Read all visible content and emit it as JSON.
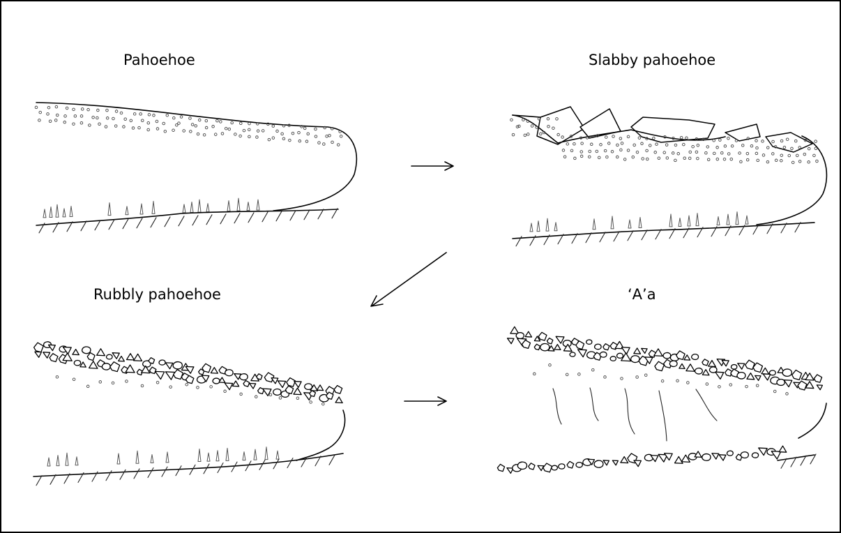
{
  "labels": {
    "pahoehoe": "Pahoehoe",
    "slabby": "Slabby  pahoehoe",
    "rubbly": "Rubbly pahoehoe",
    "aa": "‘A’a"
  },
  "colors": {
    "line": "#000000",
    "background": "#ffffff"
  }
}
